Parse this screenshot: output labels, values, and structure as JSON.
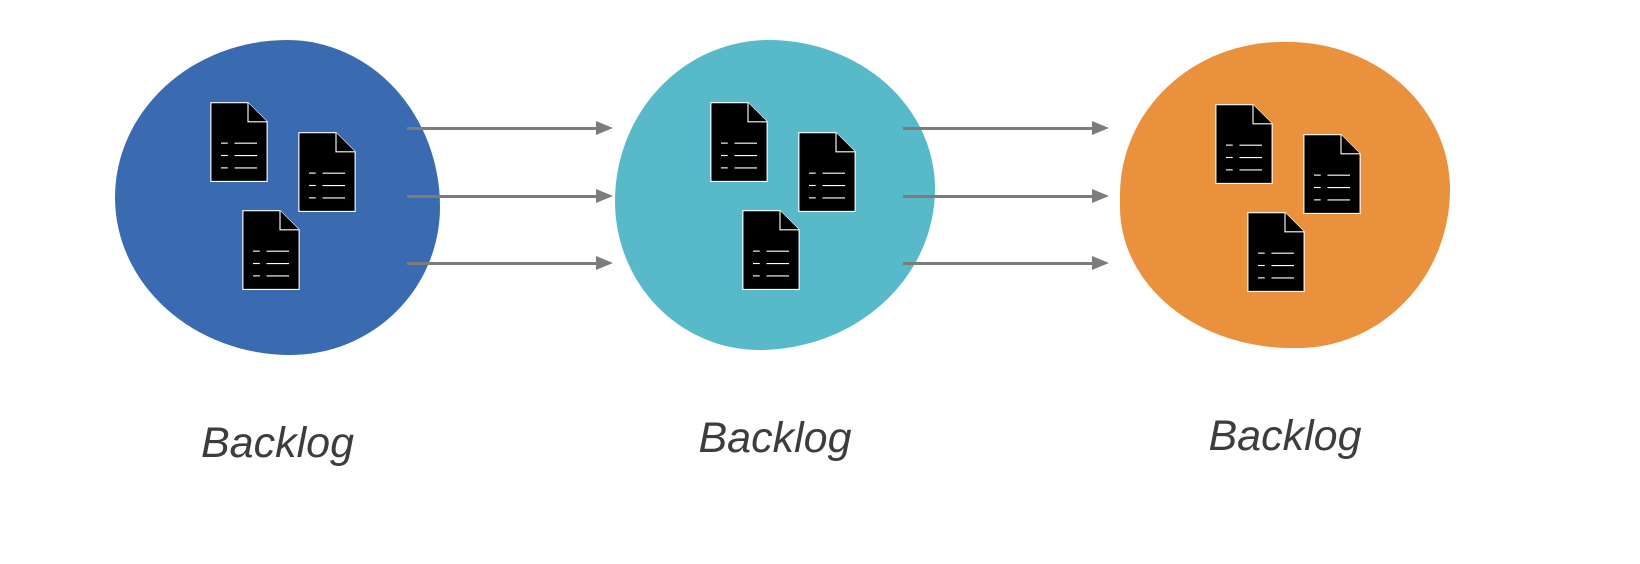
{
  "diagram": {
    "stages": [
      {
        "label": "Backlog",
        "blob_color": "#3a6bb0",
        "document_count": 3
      },
      {
        "label": "Backlog",
        "blob_color": "#58b9c8",
        "document_count": 3
      },
      {
        "label": "Backlog",
        "blob_color": "#e9913c",
        "document_count": 3
      }
    ],
    "connectors": {
      "arrow_color": "#7c7c7c",
      "arrows_per_gap": 3
    },
    "label_color": "#3d3d3d",
    "icon": {
      "name": "document-list-icon",
      "stroke_color": "#ffffff"
    }
  }
}
